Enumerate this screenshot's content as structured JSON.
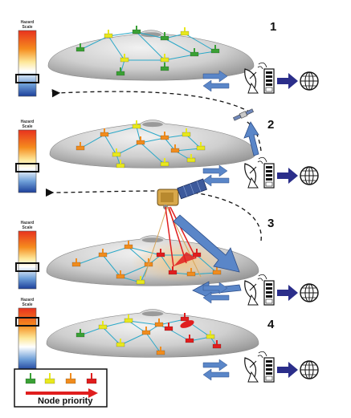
{
  "hazard_scale_label": "Hazard Scale",
  "stages": [
    {
      "number": "1"
    },
    {
      "number": "2"
    },
    {
      "number": "3"
    },
    {
      "number": "4"
    }
  ],
  "legend": {
    "label": "Node priority",
    "colors": [
      "#3aa035",
      "#e8e81e",
      "#f08c1e",
      "#e01e1e"
    ]
  },
  "colors": {
    "network": "#2aa8c8",
    "arrow_blue": "#5a86c8",
    "arrow_navy": "#2b2e8a",
    "priority_arrow": "#e01e1e",
    "volcano": "#b4b4b4"
  }
}
